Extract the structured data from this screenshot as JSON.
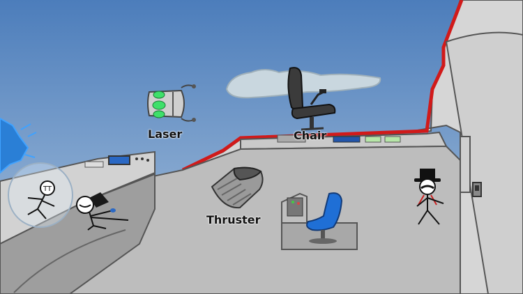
{
  "scene": {
    "name": "spaceship-bridge",
    "colors": {
      "sky": "#5b86bd",
      "hull": "#d9d9d9",
      "floor": "#bdbdbd",
      "hull_stripe": "#d11a1a",
      "portal": "#2a7fd6",
      "chair_blue": "#1f6fd6",
      "laser_glow": "#3ee06a"
    }
  },
  "items": [
    {
      "id": "laser",
      "label": "Laser",
      "icon": "laser-cannon-icon"
    },
    {
      "id": "chair",
      "label": "Chair",
      "icon": "office-chair-icon"
    },
    {
      "id": "thruster",
      "label": "Thruster",
      "icon": "thruster-icon"
    }
  ],
  "characters": [
    {
      "id": "henry-stickmin",
      "icon": "stickman-icon"
    },
    {
      "id": "guard-bubble",
      "icon": "stickman-in-bubble-icon"
    },
    {
      "id": "top-hat-villain",
      "icon": "top-hat-stickman-icon"
    }
  ]
}
